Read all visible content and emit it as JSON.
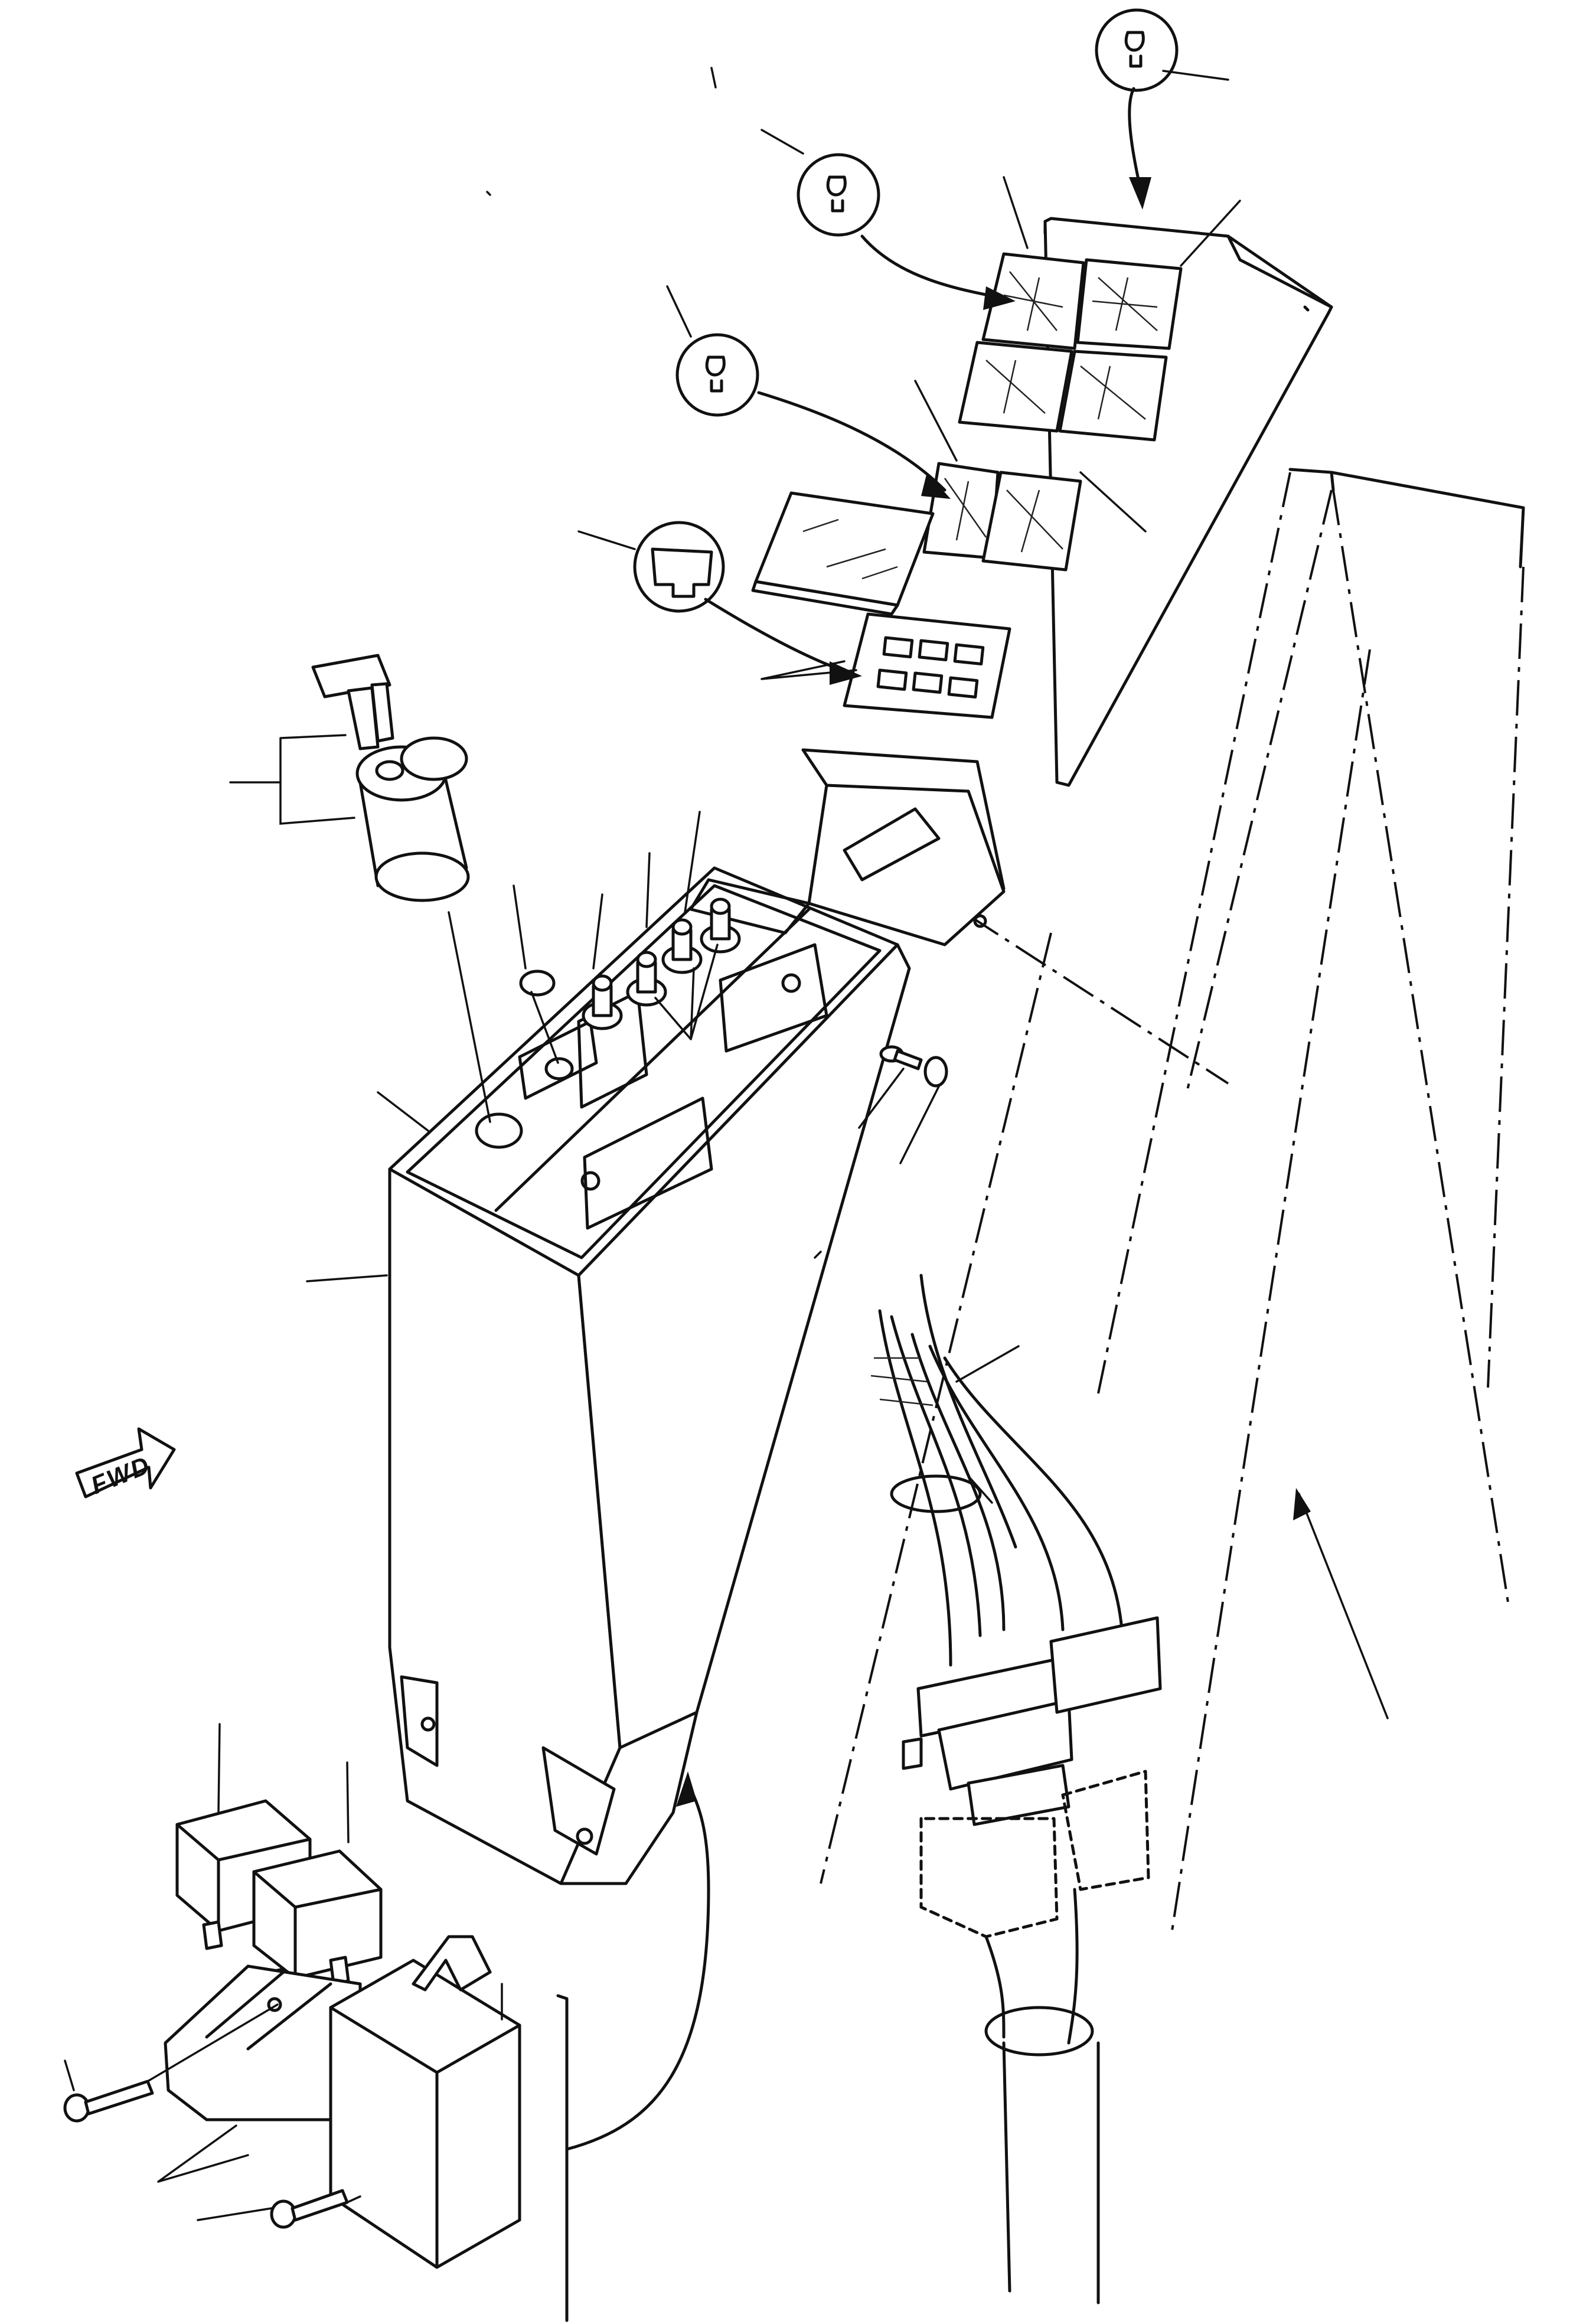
{
  "diagram": {
    "fwd_label": "FWD",
    "bulb_callouts": [
      "bulb-callout-1",
      "bulb-callout-2",
      "bulb-callout-3"
    ],
    "fuse_callouts": [
      "fuse-callout"
    ]
  }
}
